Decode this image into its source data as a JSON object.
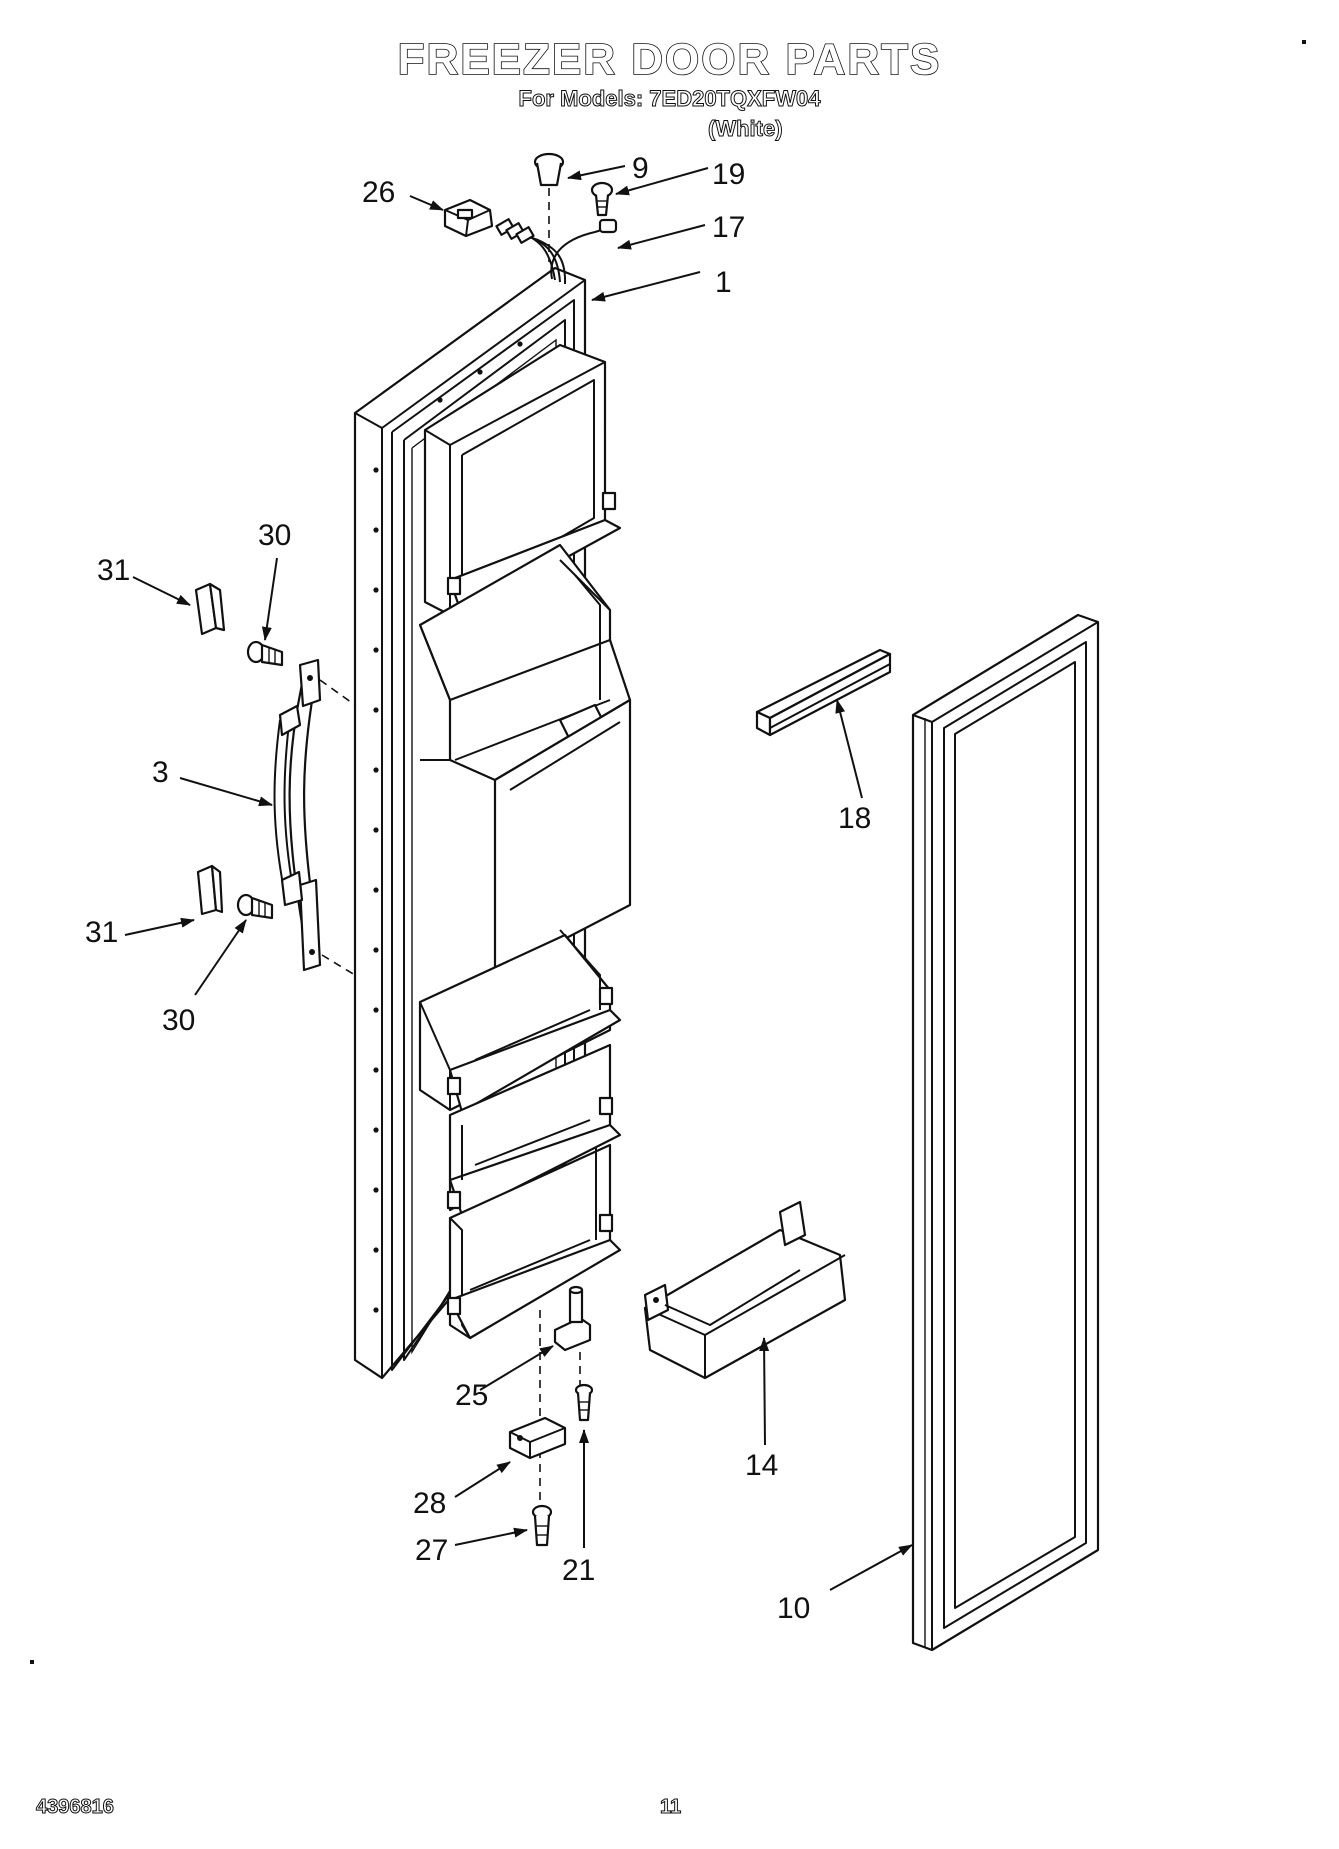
{
  "header": {
    "title": "FREEZER DOOR PARTS",
    "models": "For Models: 7ED20TQXFW04",
    "color": "(White)"
  },
  "footer": {
    "doc_number": "4396816",
    "page_number": "11"
  },
  "callouts": {
    "c1": "1",
    "c3": "3",
    "c9": "9",
    "c10": "10",
    "c14": "14",
    "c17": "17",
    "c18": "18",
    "c19": "19",
    "c21": "21",
    "c25": "25",
    "c26": "26",
    "c27": "27",
    "c28": "28",
    "c30a": "30",
    "c30b": "30",
    "c31a": "31",
    "c31b": "31"
  },
  "colors": {
    "line": "#111111",
    "paper": "#ffffff"
  }
}
